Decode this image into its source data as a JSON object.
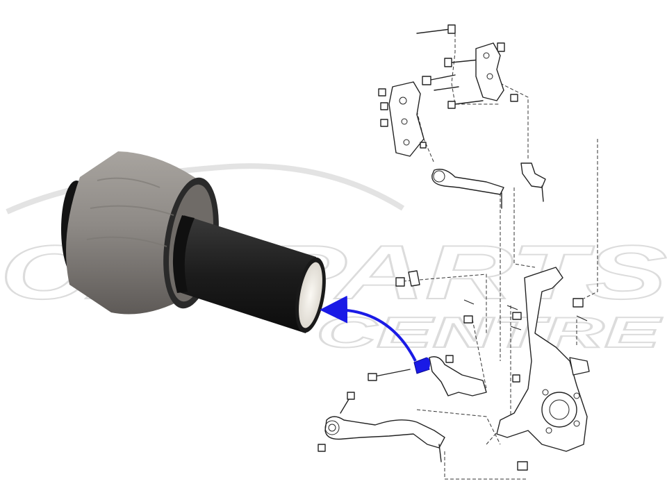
{
  "watermark": {
    "line1": "CARPARTS",
    "line2": "CENTRE"
  },
  "colors": {
    "highlight": "#1a1ae6",
    "rubber_outer": "#8e8a86",
    "rubber_inner": "#1c1c1c",
    "metal_sleeve": "#f2efe9",
    "watermark_outline": "#dcdcdc"
  },
  "icons": {
    "arrow": "curved-arrow-icon",
    "bushing": "bushing-photo",
    "diagram": "suspension-exploded-diagram"
  }
}
